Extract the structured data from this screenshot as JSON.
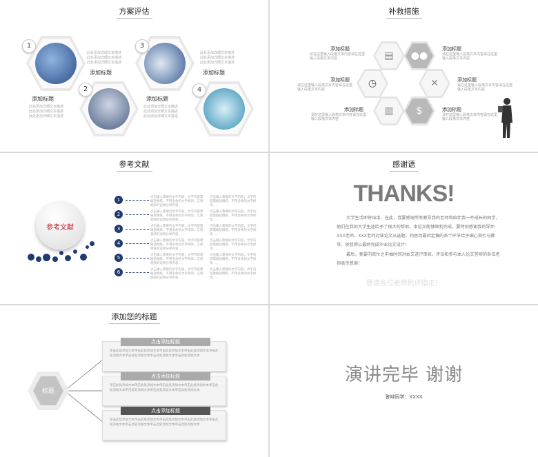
{
  "slide1": {
    "title": "方案评估",
    "label": "添加标题",
    "filler": "此处添加详细文本描述",
    "numbers": [
      "1",
      "2",
      "3",
      "4"
    ]
  },
  "slide2": {
    "title": "补救措施",
    "label": "添加标题",
    "filler": "请在这里输入段落文本内容请在这里输入段落文本内容"
  },
  "slide3": {
    "title": "参考文献",
    "circle": "参考文献",
    "rows": [
      "1",
      "2",
      "3",
      "4",
      "5",
      "6"
    ],
    "col1": "点击输入需要的文字内容，文字内容需概括精练，不用多余的文字修饰，言简意赅的说明分项内容……",
    "col2": "点击输入需要的文字内容，文字内容需概括精练，不用多余的文字修饰……"
  },
  "slide4": {
    "title": "感谢语",
    "thanks": "THANKS!",
    "para1": "大学生活即将结束，在此，我要感谢所有教导我的老师和陪伴我一齐成长的同学，他们在我的大学生涯给予了很大的帮助。本论文能够顺利完成，要特别感谢我的导师XXX老师，XXX老师对该论文从选题，构思到最后定稿的各个环节给予细心指引与教导，使我得以最终完成毕业论文设计！",
    "para2": "最后，我要向百忙之中抽时间对本文进行审阅，评议和参与本人论文答辩的各位老师表示感谢！",
    "request": "恳请各位老师批评指正！"
  },
  "slide5": {
    "title": "添加您的标题",
    "hex_label": "标题",
    "box_header": "点击添加标题",
    "box_text": "单击此处添加文本单击此处添加文本单击此处添加文本单击此处添加文本单击此处添加文本单击此处添加文本单击此处添加文本单击此处添加文本"
  },
  "slide6": {
    "title": "演讲完毕  谢谢",
    "defender": "答辩同学：XXXX"
  }
}
